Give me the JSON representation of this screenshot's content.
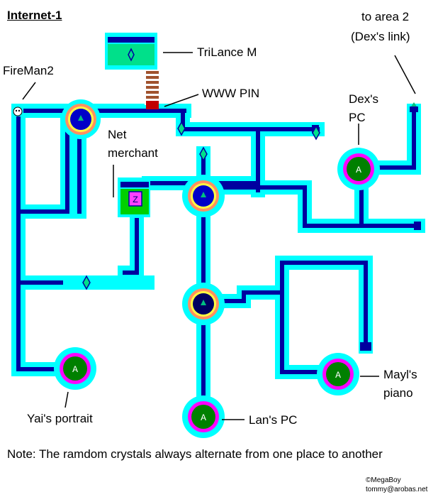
{
  "map": {
    "title": "Internet-1",
    "labels": {
      "fireman": "FireMan2",
      "trilance": "TriLance M",
      "pin": "WWW PIN",
      "net_merchant_1": "Net",
      "net_merchant_2": "merchant",
      "to_area_1": "to area 2",
      "to_area_2": "(Dex's link)",
      "dex_1": "Dex's",
      "dex_2": "PC",
      "yai": "Yai's portrait",
      "lan": "Lan's PC",
      "mayl_1": "Mayl's",
      "mayl_2": "piano"
    },
    "node_letter": "A",
    "merchant_letter": "Z",
    "note": "Note: The ramdom crystals always alternate from one place to another",
    "credit_1": "©MegaBoy",
    "credit_2": "tommy@arobas.net"
  },
  "colors": {
    "path_outer": "#00ffff",
    "path_inner": "#0000a0",
    "node_green": "#008000",
    "node_magenta": "#ff00ff",
    "trilance_green": "#00e08a",
    "ladder": "#a0522d",
    "pin": "#c00000"
  }
}
